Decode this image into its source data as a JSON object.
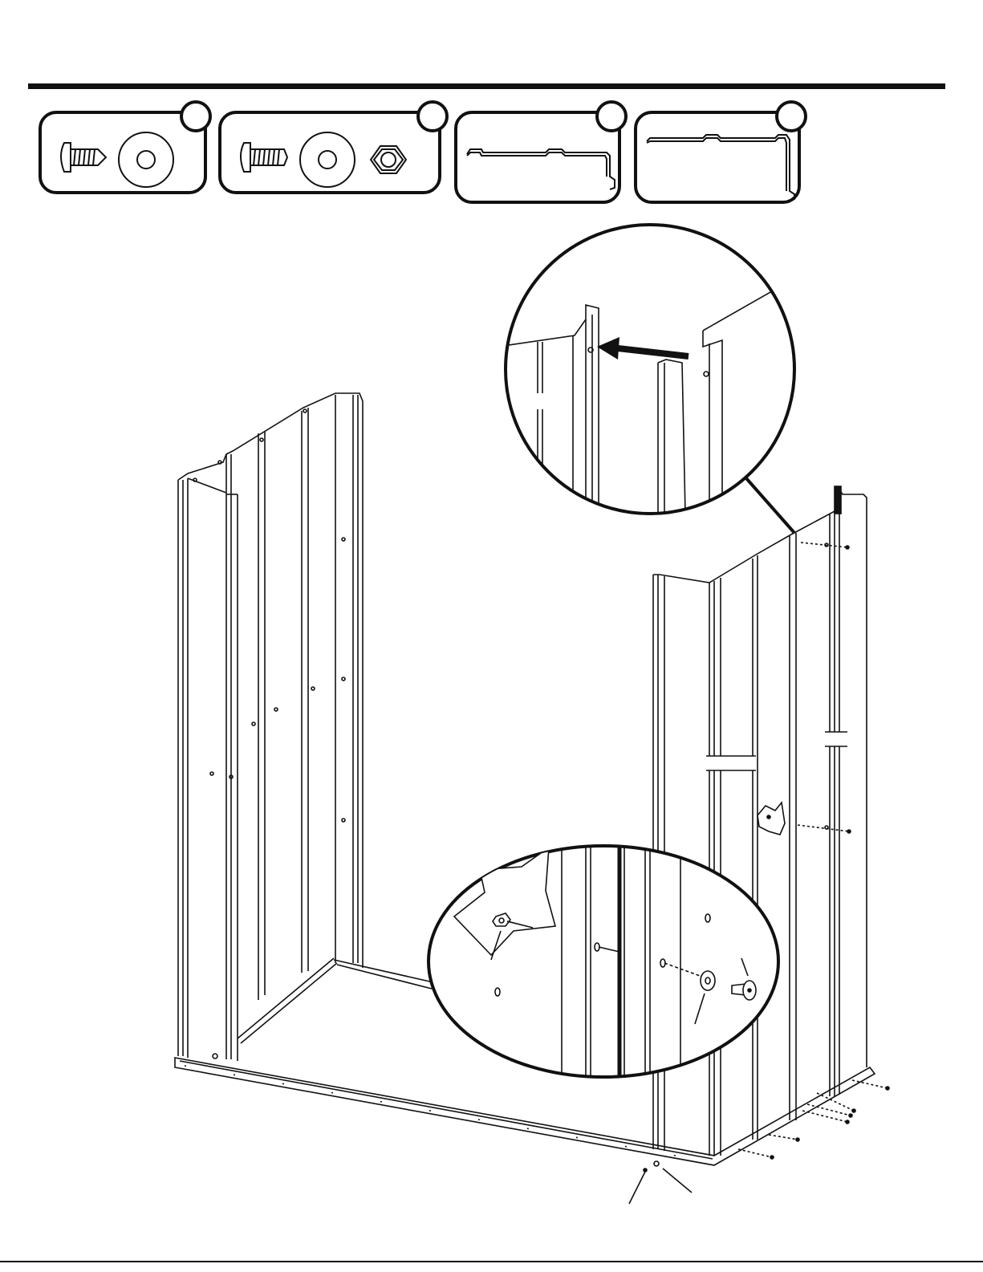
{
  "page": {
    "type": "assembly-instruction-step"
  },
  "parts": [
    {
      "id": "part-1",
      "items": [
        "screw-icon",
        "washer-icon"
      ]
    },
    {
      "id": "part-2",
      "items": [
        "screw-icon",
        "washer-icon",
        "hex-nut-icon"
      ]
    },
    {
      "id": "part-3",
      "items": [
        "wall-panel-profile-icon"
      ]
    },
    {
      "id": "part-4",
      "items": [
        "wall-panel-profile-icon"
      ]
    }
  ],
  "callouts": [
    {
      "id": "top-detail",
      "icon": "arrow-icon"
    },
    {
      "id": "bottom-detail",
      "items": [
        "hex-nut-icon",
        "washer-icon",
        "screw-icon"
      ]
    }
  ],
  "colors": {
    "line": "#111111",
    "background": "#ffffff"
  }
}
